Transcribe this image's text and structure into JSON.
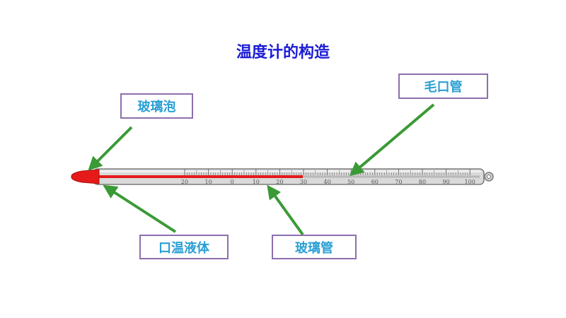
{
  "title": "温度计的构造",
  "labels": {
    "bulb": "玻璃泡",
    "capillary": "毛口管",
    "liquid": "口温液体",
    "tube": "玻璃管"
  },
  "scale": {
    "tick_labels": [
      "20",
      "10",
      "0",
      "10",
      "20",
      "30",
      "40",
      "50",
      "60",
      "70",
      "80",
      "90",
      "100"
    ],
    "liquid_reading": 30
  },
  "colors": {
    "title": "#1c1cd6",
    "label_text": "#2a9fd4",
    "box_border": "#8c6fae",
    "arrow": "#3a9a35",
    "liquid": "#e51a1a"
  }
}
